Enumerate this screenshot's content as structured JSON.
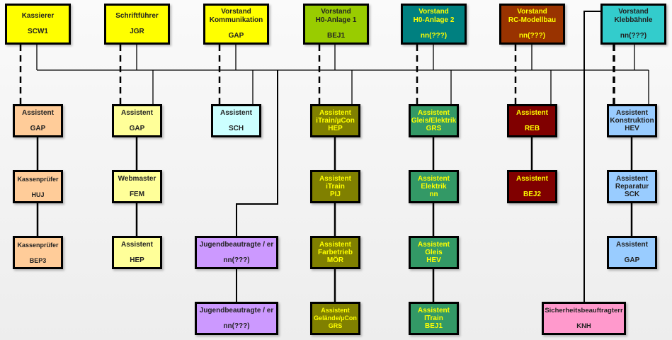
{
  "colors": {
    "yellow": "#ffff00",
    "lime": "#99cc00",
    "teal": "#008080",
    "rust": "#993300",
    "cyan": "#33cccc",
    "peach": "#ffcc99",
    "light_yellow": "#ffff99",
    "light_cyan": "#ccffff",
    "olive": "#808000",
    "sea_green": "#339966",
    "dark_red": "#800000",
    "light_blue": "#99ccff",
    "lavender": "#cc99ff",
    "pink": "#ff99cc"
  },
  "top": [
    {
      "title": "Kassierer",
      "title2": "",
      "name": "SCW1"
    },
    {
      "title": "Schriftführer",
      "title2": "",
      "name": "JGR"
    },
    {
      "title": "Vorstand",
      "title2": "Kommunikation",
      "name": "GAP"
    },
    {
      "title": "Vorstand",
      "title2": "H0-Anlage 1",
      "name": "BEJ1"
    },
    {
      "title": "Vorstand",
      "title2": "H0-Anlage 2",
      "name": "nn(???)"
    },
    {
      "title": "Vorstand",
      "title2": "RC-Modellbau",
      "name": "nn(???)"
    },
    {
      "title": "Vorstand",
      "title2": "Klebbähnle",
      "name": "nn(???)"
    }
  ],
  "col1": [
    {
      "title": "Assistent",
      "name": "GAP"
    },
    {
      "title": "Kassenprüfer",
      "name": "HUJ"
    },
    {
      "title": "Kassenprüfer",
      "name": "BEP3"
    }
  ],
  "col2": [
    {
      "title": "Assistent",
      "name": "GAP"
    },
    {
      "title": "Webmaster",
      "name": "FEM"
    },
    {
      "title": "Assistent",
      "name": "HEP"
    }
  ],
  "col3": [
    {
      "title": "Assistent",
      "name": "SCH"
    }
  ],
  "youth": [
    {
      "title": "Jugendbeautragte / er",
      "name": "nn(???)"
    },
    {
      "title": "Jugendbeautragte / er",
      "name": "nn(???)"
    }
  ],
  "col4": [
    {
      "title": "Assistent",
      "sub": "iTrain/µCon",
      "name": "HEP"
    },
    {
      "title": "Assistent",
      "sub": "iTrain",
      "name": "PIJ"
    },
    {
      "title": "Assistent",
      "sub": "Farbetrieb",
      "name": "MÖR"
    },
    {
      "title": "Assistent",
      "sub": "Gelände/µCon",
      "name": "GRS"
    }
  ],
  "col5": [
    {
      "title": "Assistent",
      "sub": "Gleis/Elektrik",
      "name": "GRS"
    },
    {
      "title": "Assistent",
      "sub": "Elektrik",
      "name": "nn"
    },
    {
      "title": "Assistent",
      "sub": "Gleis",
      "name": "HEV"
    },
    {
      "title": "Assistent",
      "sub": "ITrain",
      "name": "BEJ1"
    }
  ],
  "col6": [
    {
      "title": "Assistent",
      "name": "REB"
    },
    {
      "title": "Assistent",
      "name": "BEJ2"
    }
  ],
  "col7": [
    {
      "title": "Assistent",
      "sub": "Konstruktion",
      "name": "HEV"
    },
    {
      "title": "Assistent",
      "sub": "Reparatur",
      "name": "SCK"
    },
    {
      "title": "Assistent",
      "sub": "",
      "name": "GAP"
    }
  ],
  "safety": {
    "title": "Sicherheitsbeauftragterr",
    "name": "KNH"
  }
}
